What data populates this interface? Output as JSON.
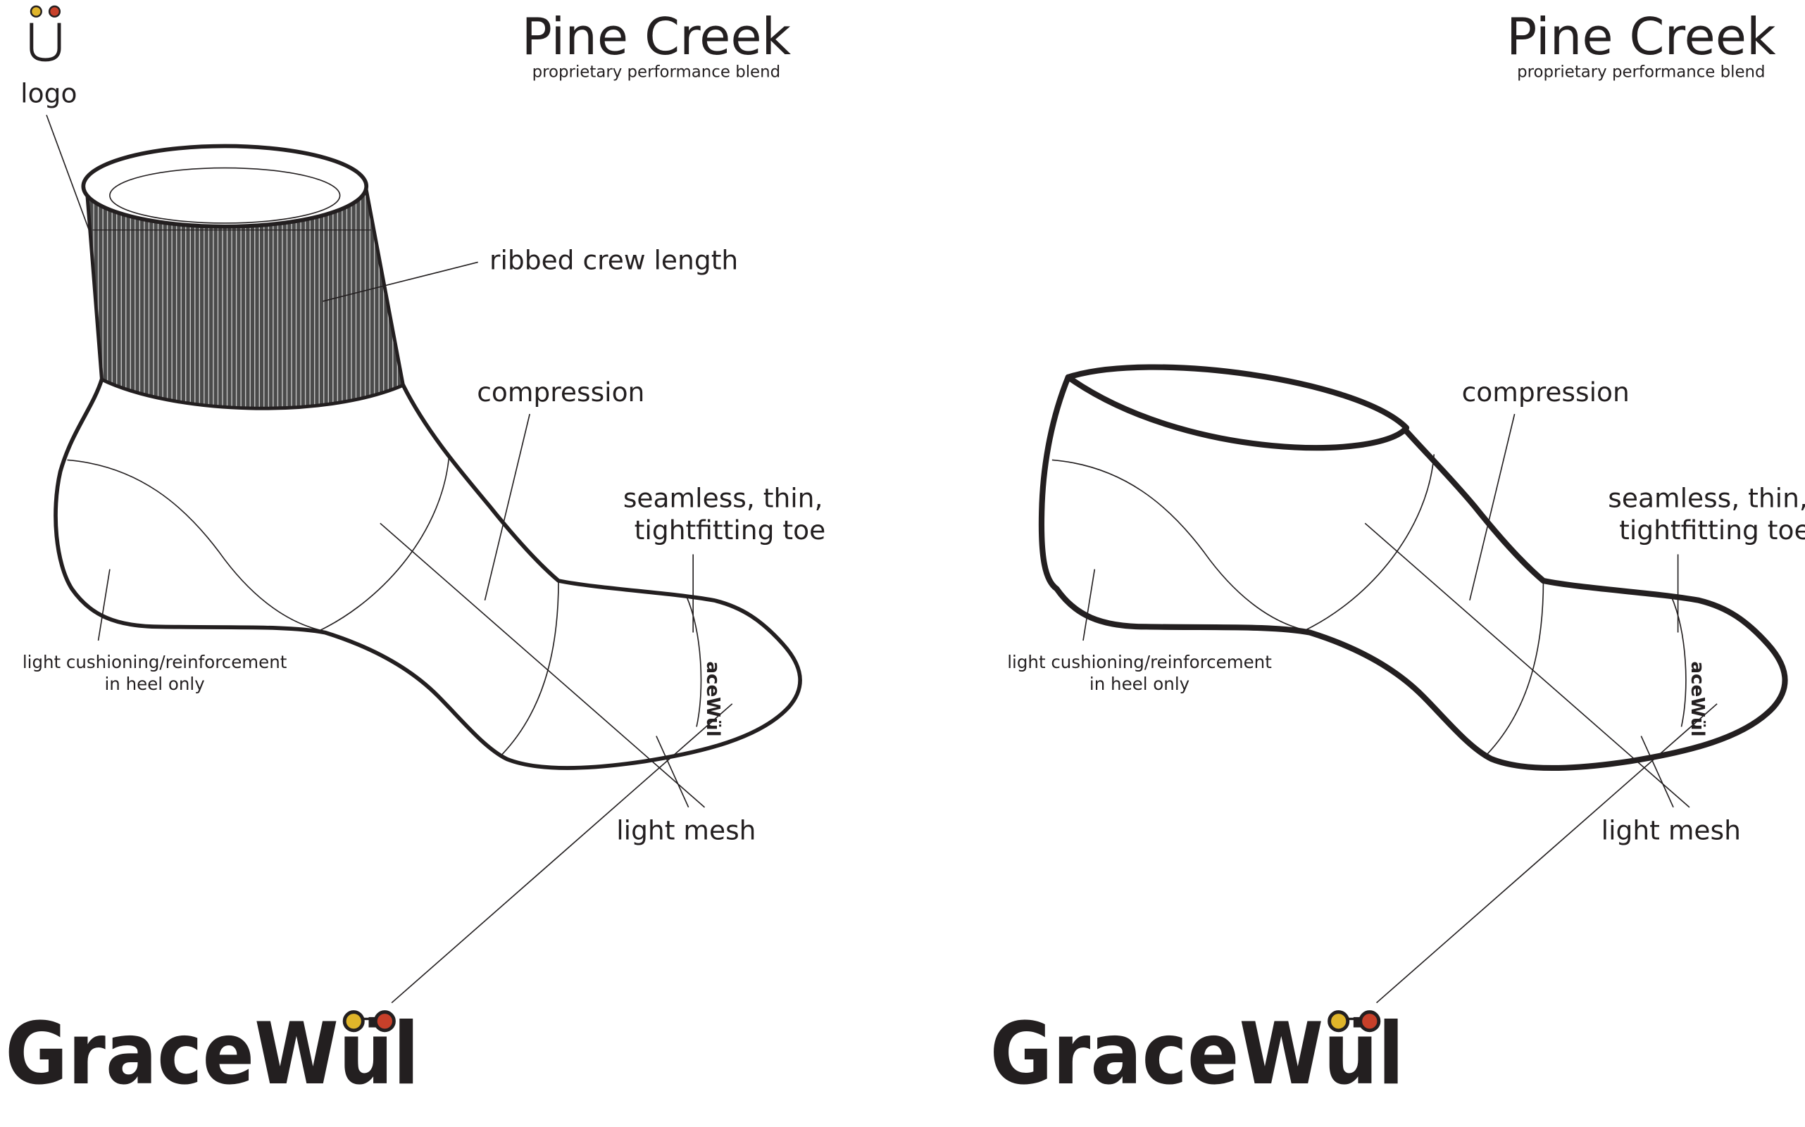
{
  "logo_label": "logo",
  "logo_glyph": "ü",
  "brand_name": "GraceWül",
  "brand_colors": {
    "left_lens": "#e0b52a",
    "right_lens": "#c8402a",
    "ink": "#231f20",
    "rib": "#555555"
  },
  "panels": [
    {
      "title": "Pine Creek",
      "subtitle": "proprietary performance blend",
      "labels": {
        "ribbed": "ribbed crew length",
        "compression": "compression",
        "toe_1": "seamless, thin,",
        "toe_2": "tightfitting toe",
        "heel_1": "light cushioning/reinforcement",
        "heel_2": "in heel only",
        "mesh": "light mesh"
      },
      "toe_brand": "aceWül"
    },
    {
      "title": "Pine Creek",
      "subtitle": "proprietary performance blend",
      "labels": {
        "compression": "compression",
        "toe_1": "seamless, thin,",
        "toe_2": "tightfitting toe",
        "heel_1": "light cushioning/reinforcement",
        "heel_2": "in heel only",
        "mesh": "light mesh"
      },
      "toe_brand": "aceWül"
    }
  ]
}
